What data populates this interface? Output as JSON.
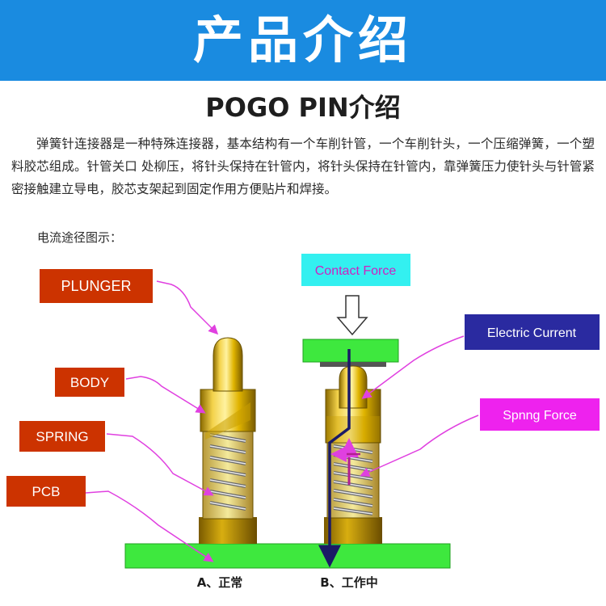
{
  "header": {
    "title": "产品介绍"
  },
  "section": {
    "title": "POGO PIN介绍"
  },
  "description": "弹簧针连接器是一种特殊连接器，基本结构有一个车削针管，一个车削针头，一个压缩弹簧，一个塑料胶芯组成。针管关口 处柳压，将针头保持在针管内，将针头保持在针管内，靠弹簧压力使针头与针管紧密接触建立导电，胶芯支架起到固定作用方便贴片和焊接。",
  "diagram": {
    "caption": "电流途径图示：",
    "labels": {
      "plunger": "PLUNGER",
      "body": "BODY",
      "spring": "SPRING",
      "pcb": "PCB",
      "contact_force": "Contact Force",
      "electric_current": "Electric Current",
      "spring_force": "Spnng Force"
    },
    "states": {
      "normal": "A、正常",
      "working": "B、工作中"
    },
    "colors": {
      "banner": "#1a8be0",
      "label_red": "#cc3300",
      "label_cyan": "#33f0f0",
      "label_navy": "#2a2aa0",
      "label_magenta": "#ee22ee",
      "pcb_green": "#3ee83e",
      "pin_gold": "#e8c200",
      "arrow_navy": "#1a1a66",
      "arrow_magenta": "#b02090"
    }
  }
}
